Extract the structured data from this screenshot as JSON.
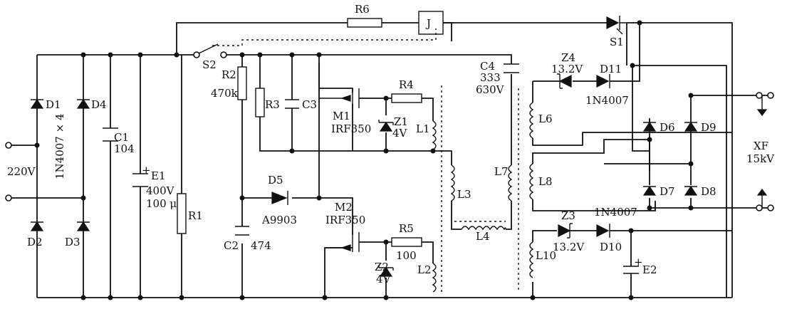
{
  "labels": {
    "D1": "D1",
    "D4": "D4",
    "D2": "D2",
    "D3": "D3",
    "diode_bridge": "1N4007 × 4",
    "C1": "C1",
    "C1_value": "104",
    "E1": "E1",
    "E1_voltage": "400V",
    "E1_cap": "100 μ",
    "input_voltage": "220V",
    "R1": "R1",
    "S2": "S2",
    "R2": "R2",
    "R2_value": "470k",
    "R3": "R3",
    "C3": "C3",
    "M1": "M1",
    "M1_part": "IRF350",
    "R4": "R4",
    "Z1": "Z1",
    "Z1_value": "4V",
    "L1": "L1",
    "D5": "D5",
    "D5_part": "A9903",
    "C2": "C2",
    "C2_value": "474",
    "M2": "M2",
    "M2_part": "IRF350",
    "R5": "R5",
    "R5_value": "100",
    "Z2": "Z2",
    "Z2_value": "4V",
    "L2": "L2",
    "L3": "L3",
    "L4": "L4",
    "R6": "R6",
    "J": "J",
    "C4": "C4",
    "C4_value": "333",
    "C4_voltage": "630V",
    "L7": "L7",
    "Z4": "Z4",
    "Z4_value": "13.2V",
    "D11": "D11",
    "D11_part": "1N4007",
    "L6": "L6",
    "L8": "L8",
    "Z3": "Z3",
    "Z3_value": "13.2V",
    "D10": "D10",
    "D10_part": "1N4007",
    "L10": "L10",
    "E2": "E2",
    "S1": "S1",
    "D6": "D6",
    "D9": "D9",
    "D7": "D7",
    "D8": "D8",
    "XF": "XF",
    "XF_value": "15kV",
    "plus_sign": "+"
  }
}
